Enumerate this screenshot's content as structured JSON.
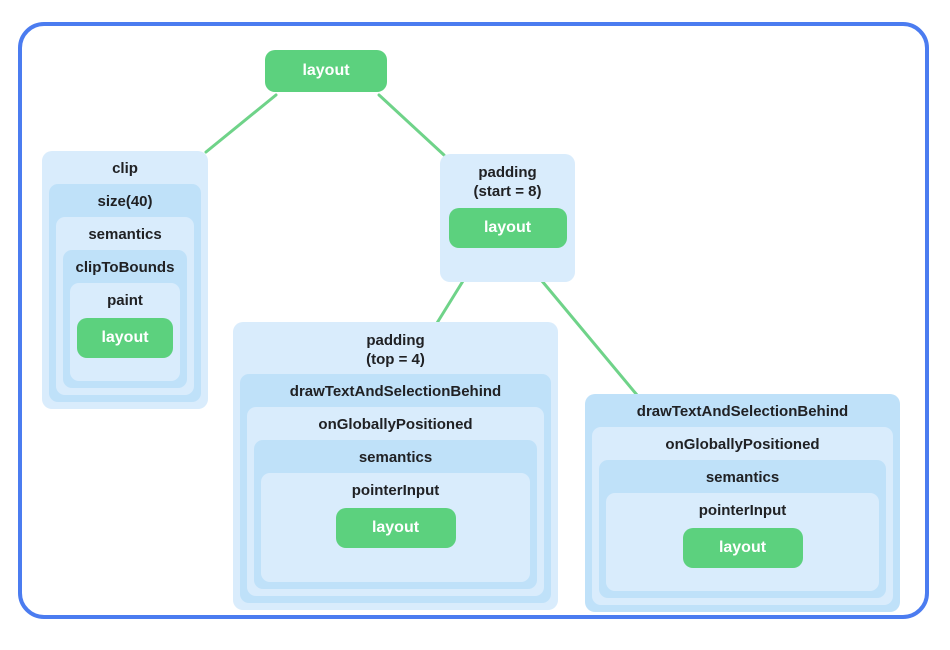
{
  "colors": {
    "frame_border": "#4b7cf0",
    "box_light_blue": "#d9ecfc",
    "box_medium_blue": "#bfe1f9",
    "leaf_green": "#5cd17e",
    "edge_green": "#6fd389",
    "label_text": "#202124",
    "leaf_text": "#ffffff"
  },
  "tree": {
    "root": {
      "label": "layout"
    },
    "clip": {
      "title": "clip",
      "layers": [
        "size(40)",
        "semantics",
        "clipToBounds",
        "paint"
      ],
      "leaf": "layout"
    },
    "padding_start": {
      "title_line1": "padding",
      "title_line2": "(start = 8)",
      "leaf": "layout"
    },
    "padding_top": {
      "title_line1": "padding",
      "title_line2": "(top = 4)",
      "layers": [
        "drawTextAndSelectionBehind",
        "onGloballyPositioned",
        "semantics",
        "pointerInput"
      ],
      "leaf": "layout"
    },
    "draw_text": {
      "title": "drawTextAndSelectionBehind",
      "layers": [
        "onGloballyPositioned",
        "semantics",
        "pointerInput"
      ],
      "leaf": "layout"
    }
  }
}
